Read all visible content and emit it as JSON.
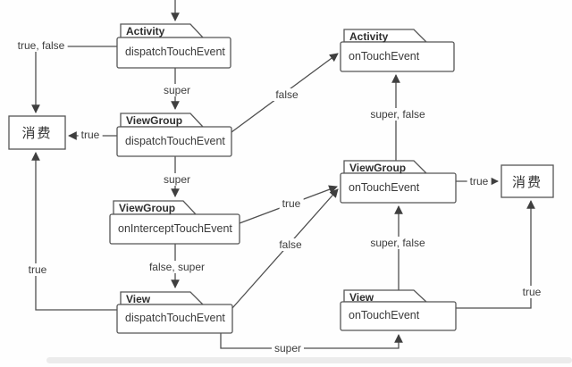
{
  "diagram": {
    "title_semantic": "Android touch event dispatch flow",
    "colors": {
      "line": "#4f4f4f",
      "box_stroke": "#565656",
      "text": "#3a3a3a",
      "background": "#fefefe"
    },
    "nodes": {
      "activity_dispatch": {
        "title": "Activity",
        "method": "dispatchTouchEvent"
      },
      "viewgroup_dispatch": {
        "title": "ViewGroup",
        "method": "dispatchTouchEvent"
      },
      "viewgroup_intercept": {
        "title": "ViewGroup",
        "method": "onInterceptTouchEvent"
      },
      "view_dispatch": {
        "title": "View",
        "method": "dispatchTouchEvent"
      },
      "activity_ontouch": {
        "title": "Activity",
        "method": "onTouchEvent"
      },
      "viewgroup_ontouch": {
        "title": "ViewGroup",
        "method": "onTouchEvent"
      },
      "view_ontouch": {
        "title": "View",
        "method": "onTouchEvent"
      },
      "consume_left": {
        "label": "消费"
      },
      "consume_right": {
        "label": "消费"
      }
    },
    "labels": {
      "true_false": "true, false",
      "super_top": "super",
      "false_to_activity": "false",
      "super_false_upper": "super, false",
      "true_consume_left": "true",
      "super_mid": "super",
      "true_to_vg_ontouch": "true",
      "true_consume_right": "true",
      "false_to_vg_ontouch": "false",
      "super_false_lower": "super, false",
      "false_super": "false, super",
      "true_far_left": "true",
      "true_right_lower": "true",
      "super_bottom": "super"
    }
  }
}
